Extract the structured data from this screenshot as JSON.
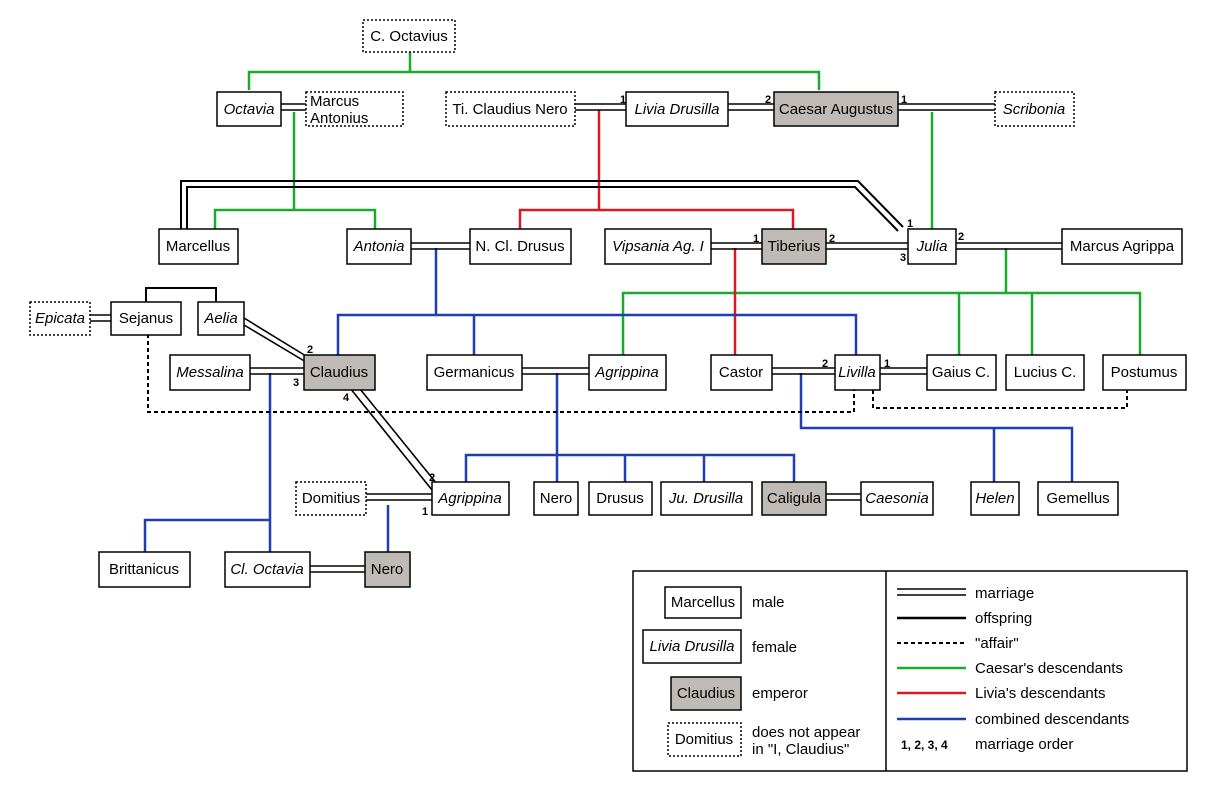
{
  "people": {
    "c_octavius": {
      "name": "C. Octavius",
      "kind": "absent"
    },
    "octavia": {
      "name": "Octavia",
      "kind": "female"
    },
    "marcus_antonius_1": {
      "name": "Marcus",
      "kind": "absent"
    },
    "marcus_antonius_2": {
      "name": "Antonius",
      "kind": "absent"
    },
    "ti_claudius_nero": {
      "name": "Ti. Claudius Nero",
      "kind": "absent"
    },
    "livia_drusilla": {
      "name": "Livia Drusilla",
      "kind": "female"
    },
    "caesar_augustus": {
      "name": "Caesar Augustus",
      "kind": "emperor"
    },
    "scribonia": {
      "name": "Scribonia",
      "kind": "absent-female"
    },
    "marcellus": {
      "name": "Marcellus",
      "kind": "male"
    },
    "antonia": {
      "name": "Antonia",
      "kind": "female"
    },
    "n_cl_drusus": {
      "name": "N. Cl. Drusus",
      "kind": "male"
    },
    "vipsania": {
      "name": "Vipsania Ag. I",
      "kind": "female"
    },
    "tiberius": {
      "name": "Tiberius",
      "kind": "emperor"
    },
    "julia": {
      "name": "Julia",
      "kind": "female"
    },
    "marcus_agrippa": {
      "name": "Marcus Agrippa",
      "kind": "male"
    },
    "epicata": {
      "name": "Epicata",
      "kind": "absent-female"
    },
    "sejanus": {
      "name": "Sejanus",
      "kind": "male"
    },
    "aelia": {
      "name": "Aelia",
      "kind": "female"
    },
    "messalina": {
      "name": "Messalina",
      "kind": "female"
    },
    "claudius": {
      "name": "Claudius",
      "kind": "emperor"
    },
    "germanicus": {
      "name": "Germanicus",
      "kind": "male"
    },
    "agrippina_elder": {
      "name": "Agrippina",
      "kind": "female"
    },
    "castor": {
      "name": "Castor",
      "kind": "male"
    },
    "livilla": {
      "name": "Livilla",
      "kind": "female"
    },
    "gaius_c": {
      "name": "Gaius C.",
      "kind": "male"
    },
    "lucius_c": {
      "name": "Lucius C.",
      "kind": "male"
    },
    "postumus": {
      "name": "Postumus",
      "kind": "male"
    },
    "domitius": {
      "name": "Domitius",
      "kind": "absent"
    },
    "agrippina_younger": {
      "name": "Agrippina",
      "kind": "female"
    },
    "nero_caesar": {
      "name": "Nero",
      "kind": "male"
    },
    "drusus_caesar": {
      "name": "Drusus",
      "kind": "male"
    },
    "ju_drusilla": {
      "name": "Ju. Drusilla",
      "kind": "female"
    },
    "caligula": {
      "name": "Caligula",
      "kind": "emperor"
    },
    "caesonia": {
      "name": "Caesonia",
      "kind": "female"
    },
    "helen": {
      "name": "Helen",
      "kind": "female"
    },
    "gemellus": {
      "name": "Gemellus",
      "kind": "male"
    },
    "brittanicus": {
      "name": "Brittanicus",
      "kind": "male"
    },
    "cl_octavia": {
      "name": "Cl. Octavia",
      "kind": "female"
    },
    "nero_emperor": {
      "name": "Nero",
      "kind": "emperor"
    }
  },
  "marriage_order_labels": {
    "livia_1": "1",
    "livia_2": "2",
    "augustus_1": "1",
    "tiberius_1": "1",
    "tiberius_2": "2",
    "julia_1": "1",
    "julia_2": "2",
    "julia_3": "3",
    "claudius_2": "2",
    "claudius_3": "3",
    "claudius_4": "4",
    "livilla_2": "2",
    "livilla_1": "1",
    "agrippina_y_2": "2",
    "agrippina_y_1": "1"
  },
  "colors": {
    "caesar_line": "#1aaa2e",
    "livia_line": "#d91a26",
    "combined_line": "#1f3fb0",
    "emperor_fill": "#bfbab5",
    "box_border": "#000000"
  },
  "legend": {
    "sample_male": "Marcellus",
    "label_male": "male",
    "sample_female": "Livia Drusilla",
    "label_female": "female",
    "sample_emperor": "Claudius",
    "label_emperor": "emperor",
    "sample_absent": "Domitius",
    "label_absent_line1": "does not appear",
    "label_absent_line2": "in \"I, Claudius\"",
    "label_marriage": "marriage",
    "label_offspring": "offspring",
    "label_affair": "\"affair\"",
    "label_caesar": "Caesar's descendants",
    "label_livia": "Livia's descendants",
    "label_combined": "combined descendants",
    "order_sample": "1, 2, 3, 4",
    "label_order": "marriage order"
  }
}
